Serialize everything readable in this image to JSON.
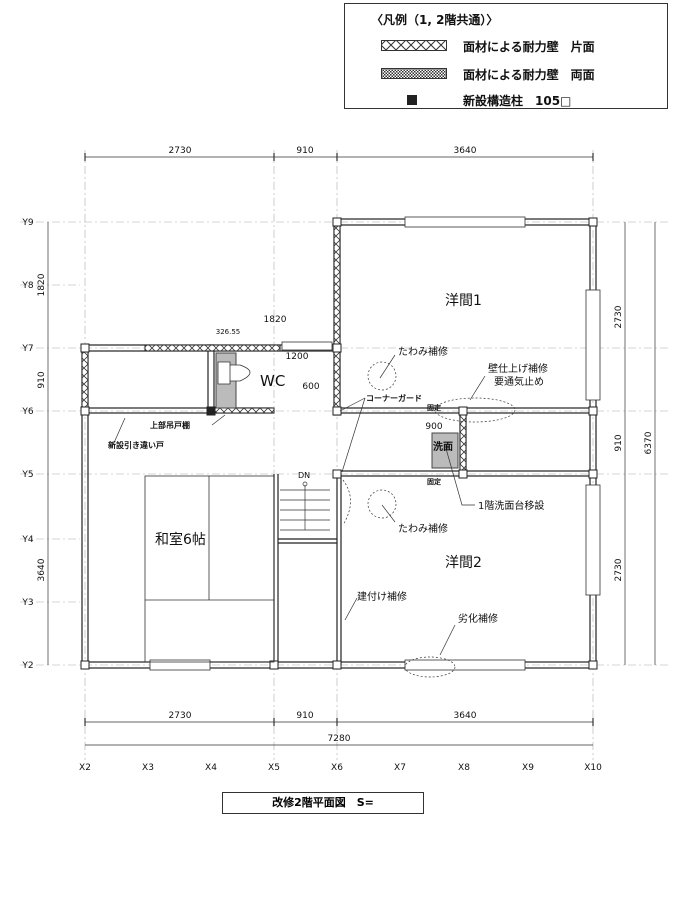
{
  "legend": {
    "title": "〈凡例（1, 2階共通）〉",
    "items": [
      {
        "label": "面材による耐力壁　片面",
        "symbol": "single-side-brace-wall"
      },
      {
        "label": "面材による耐力壁　両面",
        "symbol": "double-side-brace-wall"
      },
      {
        "label": "新設構造柱　105□",
        "symbol": "new-column"
      }
    ]
  },
  "dims": {
    "top": [
      "2730",
      "910",
      "3640"
    ],
    "bottom": [
      "2730",
      "910",
      "3640"
    ],
    "total_width": "7280",
    "left": [
      "1820",
      "910",
      "3640"
    ],
    "right": [
      "2730",
      "910",
      "2730"
    ],
    "total_depth": "6370",
    "wc_width": "1820",
    "wc_inner": "326.55",
    "window": "1200",
    "door": "600",
    "sink": "900"
  },
  "grid_x": [
    "X2",
    "X3",
    "X4",
    "X5",
    "X6",
    "X7",
    "X8",
    "X9",
    "X10"
  ],
  "grid_y": [
    "Y9",
    "Y8",
    "Y7",
    "Y6",
    "Y5",
    "Y4",
    "Y3",
    "Y2"
  ],
  "rooms": {
    "youma1": "洋間1",
    "youma2": "洋間2",
    "washitsu": "和室6帖",
    "wc": "WC",
    "sink": "洗面"
  },
  "notes": {
    "tawami1": "たわみ補修",
    "tawami2": "たわみ補修",
    "wall_finish1": "壁仕上げ補修",
    "wall_finish2": "要通気止め",
    "corner_guard": "コーナーガード",
    "fixed1": "固定",
    "fixed2": "固定",
    "sink_move": "1階洗面台移設",
    "upper_shelf": "上部吊戸棚",
    "sliding_door": "新設引き違い戸",
    "dn": "DN",
    "fitting": "建付け補修",
    "deterioration": "劣化補修"
  },
  "drawing_title": "改修2階平面図　S="
}
